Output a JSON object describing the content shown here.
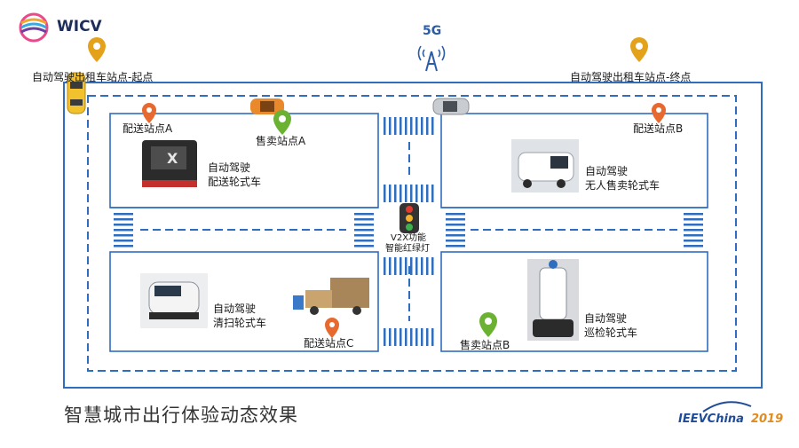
{
  "header": {
    "brand": "WICV",
    "network_label": "5G"
  },
  "stations": {
    "taxi_start": "自动驾驶出租车站点-起点",
    "taxi_end": "自动驾驶出租车站点-终点",
    "delivery_a": "配送站点A",
    "delivery_b": "配送站点B",
    "delivery_c": "配送站点C",
    "sales_a": "售卖站点A",
    "sales_b": "售卖站点B"
  },
  "vehicles": {
    "delivery_line1": "自动驾驶",
    "delivery_line2": "配送轮式车",
    "vending_line1": "自动驾驶",
    "vending_line2": "无人售卖轮式车",
    "sweeper_line1": "自动驾驶",
    "sweeper_line2": "清扫轮式车",
    "patrol_line1": "自动驾驶",
    "patrol_line2": "巡检轮式车"
  },
  "traffic_light": {
    "line1": "V2X功能",
    "line2": "智能红绿灯"
  },
  "footer": {
    "title": "智慧城市出行体验动态效果",
    "event": "IEEVChina",
    "year": "2019"
  },
  "colors": {
    "road": "#2f6dbf",
    "pin_orange": "#e8692f",
    "pin_green": "#6bb233",
    "pin_gold": "#e3a21a",
    "taxi": "#f2c12e"
  },
  "icons": [
    "wicv-logo-icon",
    "5g-tower-icon",
    "location-pin-icon",
    "traffic-light-icon",
    "taxi-icon",
    "car-icon"
  ]
}
